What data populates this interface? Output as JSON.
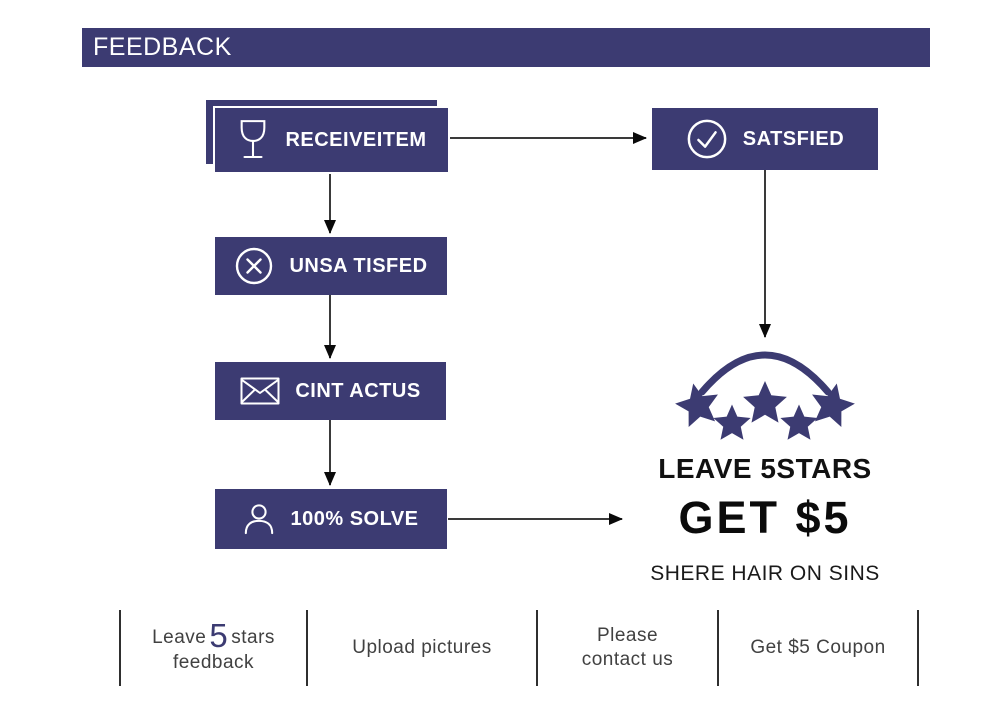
{
  "header": {
    "title": "FEEDBACK"
  },
  "flow": {
    "receive": {
      "label": "RECEIVEITEM",
      "icon": "goblet-icon"
    },
    "satisfied": {
      "label": "SATSFIED",
      "icon": "check-circle-icon"
    },
    "unsatisfied": {
      "label": "UNSA TISFED",
      "icon": "x-circle-icon"
    },
    "contact": {
      "label": "CINT ACTUS",
      "icon": "envelope-icon"
    },
    "solve": {
      "label": "100% SOLVE",
      "icon": "person-icon"
    }
  },
  "reward": {
    "stars_count": 5,
    "line1": "LEAVE 5STARS",
    "line2": "GET $5",
    "line3": "SHERE HAIR ON SINS"
  },
  "footer": {
    "items": [
      {
        "prefix": "Leave",
        "big": "5",
        "suffix": "stars",
        "line2": "feedback"
      },
      {
        "label": "Upload pictures"
      },
      {
        "line1": "Please",
        "line2": "contact us"
      },
      {
        "label": "Get $5 Coupon"
      }
    ]
  },
  "colors": {
    "navy": "#3c3b72",
    "arrow_line": "#3a3a3a",
    "arrow_head": "#0a0a0a",
    "footer_text": "#414141"
  }
}
